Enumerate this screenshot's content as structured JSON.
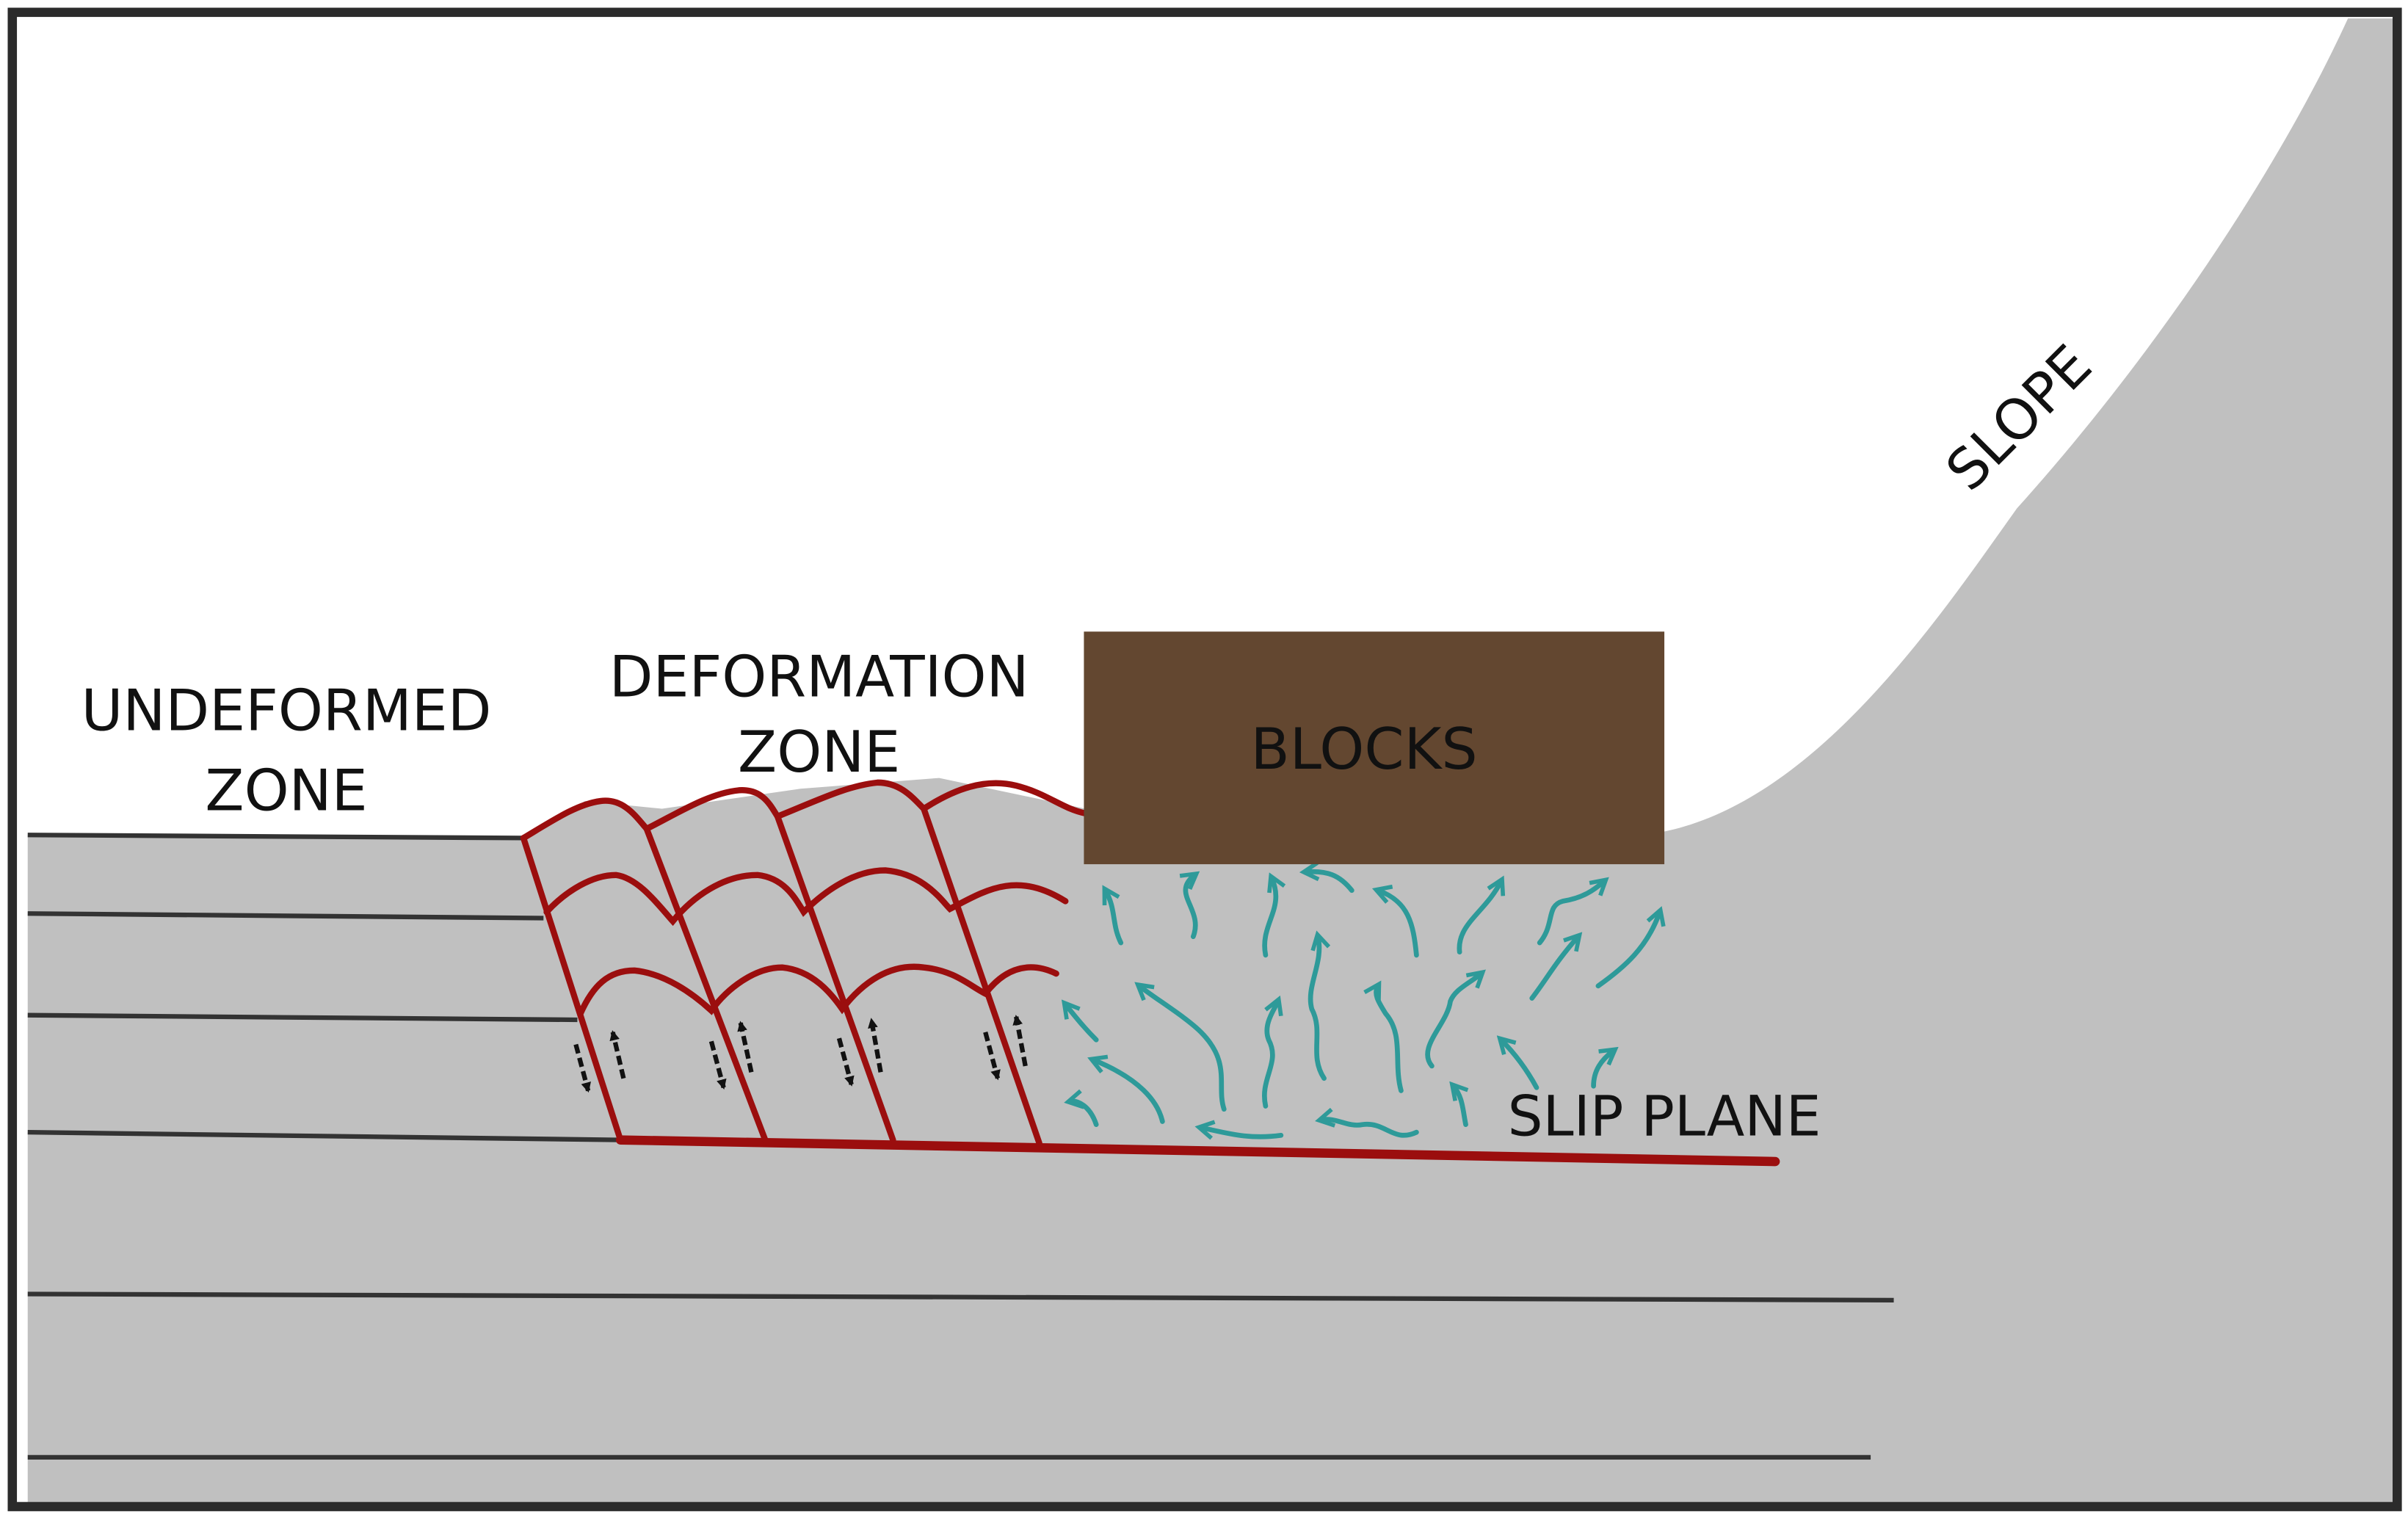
{
  "labels": {
    "undeformed_line1": "UNDEFORMED",
    "undeformed_line2": "ZONE",
    "deformation_line1": "DEFORMATION",
    "deformation_line2": "ZONE",
    "blocks": "BLOCKS",
    "slope": "SLOPE",
    "slip_plane": "SLIP PLANE"
  },
  "colors": {
    "frame": "#2b2b2b",
    "ground": "#c0c0c0",
    "sky": "#ffffff",
    "strata_line": "#333333",
    "fault": "#9b0e0e",
    "blocks_fill": "#634730",
    "flow_arrows": "#2e9a99",
    "motion_arrows": "#111111"
  }
}
